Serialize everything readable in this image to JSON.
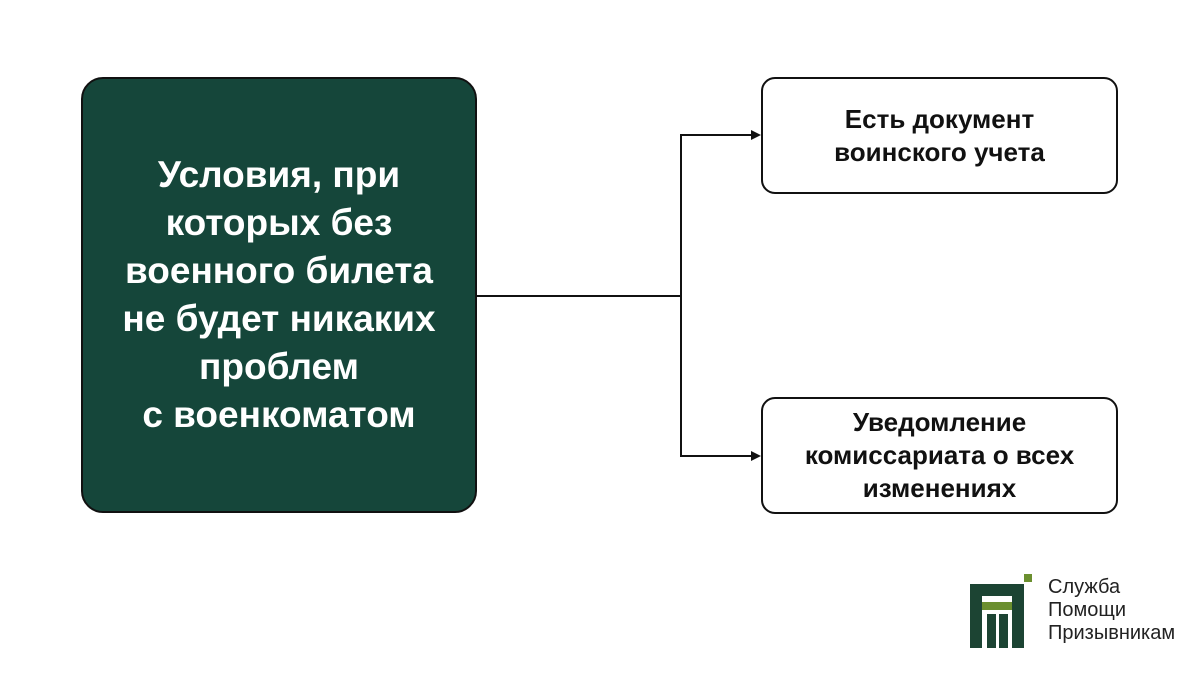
{
  "diagram": {
    "main": {
      "lines": [
        "Условия, при",
        "которых без",
        "военного билета",
        "не будет никаких",
        "проблем",
        "с военкоматом"
      ]
    },
    "branches": [
      {
        "lines": [
          "Есть документ",
          "воинского учета"
        ]
      },
      {
        "lines": [
          "Уведомление",
          "комиссариата о всех",
          "изменениях"
        ]
      }
    ]
  },
  "logo": {
    "lines": [
      "Служба",
      "Помощи",
      "Призывникам"
    ]
  },
  "colors": {
    "main_fill": "#15463a",
    "logo_dark": "#1c4433",
    "logo_accent": "#6b8f2f",
    "outline": "#111111"
  }
}
